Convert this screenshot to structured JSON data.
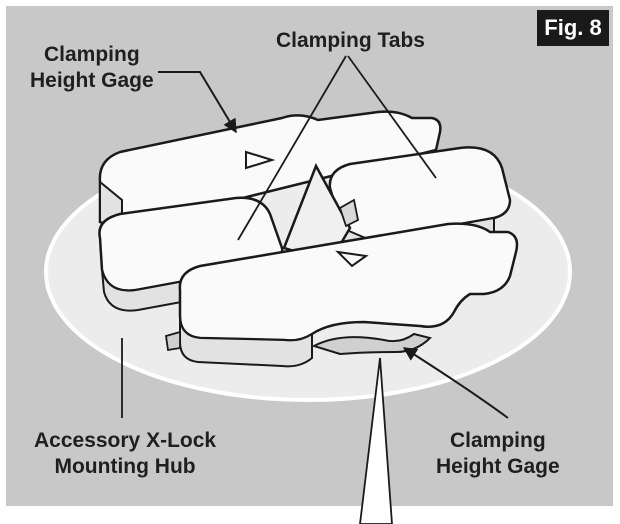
{
  "figure": {
    "badge": "Fig. 8",
    "colors": {
      "background": "#c8c8c8",
      "hub": "#ececec",
      "part": "#fafafa",
      "outline": "#1a1a1a",
      "badge": "#1a1a1a"
    }
  },
  "labels": {
    "height_gage_top": {
      "line1": "Clamping",
      "line2": "Height Gage"
    },
    "clamping_tabs": "Clamping Tabs",
    "mounting_hub": {
      "line1": "Accessory X-Lock",
      "line2": "Mounting Hub"
    },
    "height_gage_bottom": {
      "line1": "Clamping",
      "line2": "Height Gage"
    }
  }
}
